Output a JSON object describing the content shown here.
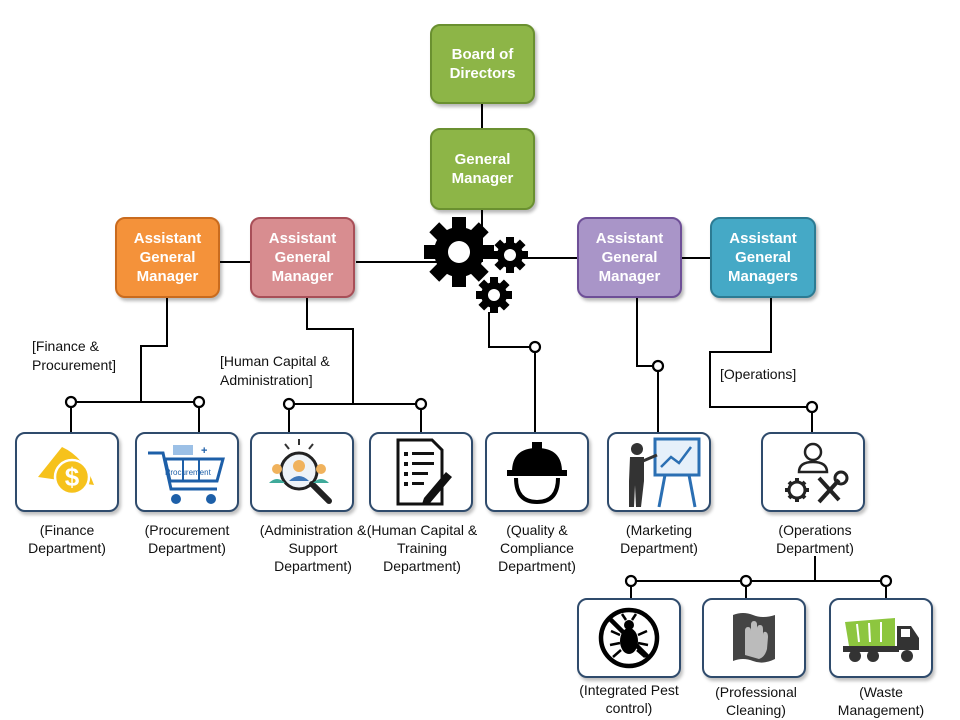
{
  "leadership": {
    "board": "Board of Directors",
    "gm": "General Manager"
  },
  "assistants": [
    {
      "text": "Assistant General Manager",
      "division": "[Finance & Procurement]"
    },
    {
      "text": "Assistant General Manager",
      "division": "[Human Capital & Administration]"
    },
    {
      "text": "Assistant General Manager",
      "division": ""
    },
    {
      "text": "Assistant General Managers",
      "division": "[Operations]"
    }
  ],
  "departments": [
    {
      "label": "(Finance Department)",
      "icon": "dollar-coin-icon"
    },
    {
      "label": "(Procurement Department)",
      "icon": "shopping-cart-icon",
      "icon_text": "Procurement"
    },
    {
      "label": "(Administration & Support Department)",
      "icon": "magnifier-people-icon"
    },
    {
      "label": "(Human Capital & Training Department)",
      "icon": "document-pencil-icon"
    },
    {
      "label": "(Quality & Compliance Department)",
      "icon": "hard-hat-icon"
    },
    {
      "label": "(Marketing Department)",
      "icon": "presentation-icon"
    },
    {
      "label": "(Operations Department)",
      "icon": "worker-tools-icon"
    }
  ],
  "operations_units": [
    {
      "label": "(Integrated Pest control)",
      "icon": "no-bugs-icon"
    },
    {
      "label": "(Professional Cleaning)",
      "icon": "cleaning-cloth-icon"
    },
    {
      "label": "(Waste Management)",
      "icon": "garbage-truck-icon"
    }
  ],
  "colors": {
    "board": "#8db547",
    "finance_agm": "#f4923a",
    "hr_agm": "#d88d90",
    "marketing_agm": "#a995c8",
    "operations_agm": "#45a9c6",
    "department_border": "#2f4b6c"
  }
}
